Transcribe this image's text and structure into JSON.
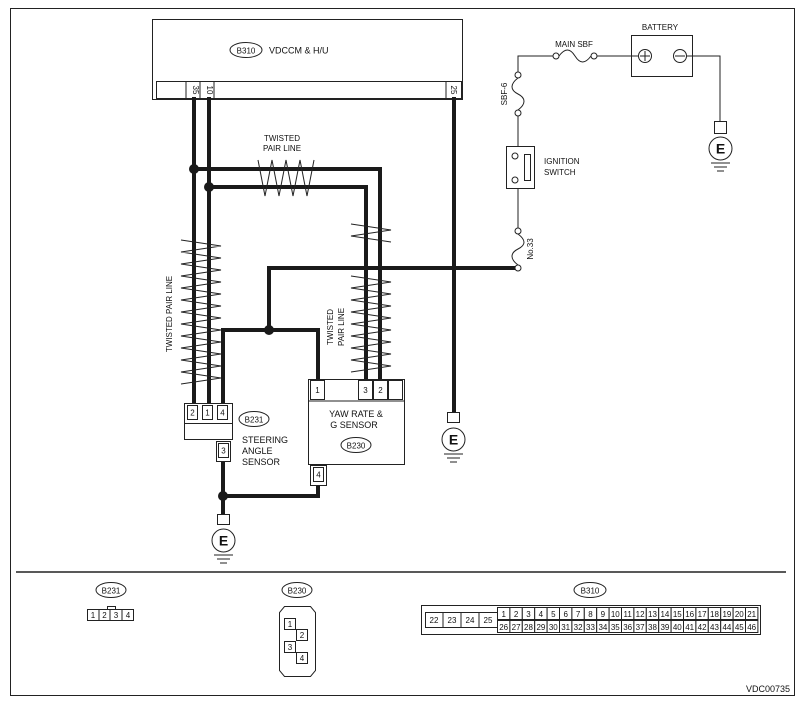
{
  "modules": {
    "vdccm": {
      "tag": "B310",
      "name": "VDCCM & H/U",
      "pins": [
        "35",
        "10",
        "25"
      ]
    },
    "battery": {
      "name": "BATTERY"
    },
    "main_sbf": {
      "name": "MAIN SBF"
    },
    "sbf6": {
      "name": "SBF-6"
    },
    "ignition": {
      "line1": "IGNITION",
      "line2": "SWITCH"
    },
    "fuse33": {
      "name": "No.33"
    },
    "steering": {
      "tag": "B231",
      "line1": "STEERING",
      "line2": "ANGLE",
      "line3": "SENSOR",
      "pins": [
        "2",
        "1",
        "4"
      ],
      "pin3": "3"
    },
    "yaw": {
      "tag": "B230",
      "line1": "YAW RATE &",
      "line2": "G SENSOR",
      "pins": [
        "1",
        "3",
        "2"
      ],
      "pin4": "4"
    }
  },
  "twisted_labels": {
    "top": {
      "line1": "TWISTED",
      "line2": "PAIR LINE"
    },
    "left": "TWISTED PAIR LINE",
    "right": {
      "line1": "TWISTED",
      "line2": "PAIR LINE"
    }
  },
  "ground_label": "E",
  "connectors": {
    "b231": {
      "tag": "B231",
      "pins": [
        "1",
        "2",
        "3",
        "4"
      ]
    },
    "b230": {
      "tag": "B230",
      "pins": [
        "1",
        "2",
        "3",
        "4"
      ]
    },
    "b310": {
      "tag": "B310",
      "left_pins": [
        "22",
        "23",
        "24",
        "25"
      ],
      "row1": [
        "1",
        "2",
        "3",
        "4",
        "5",
        "6",
        "7",
        "8",
        "9",
        "10",
        "11",
        "12",
        "13",
        "14",
        "15",
        "16",
        "17",
        "18",
        "19",
        "20",
        "21"
      ],
      "row2": [
        "26",
        "27",
        "28",
        "29",
        "30",
        "31",
        "32",
        "33",
        "34",
        "35",
        "36",
        "37",
        "38",
        "39",
        "40",
        "41",
        "42",
        "43",
        "44",
        "45",
        "46"
      ]
    }
  },
  "figure_code": "VDC00735"
}
